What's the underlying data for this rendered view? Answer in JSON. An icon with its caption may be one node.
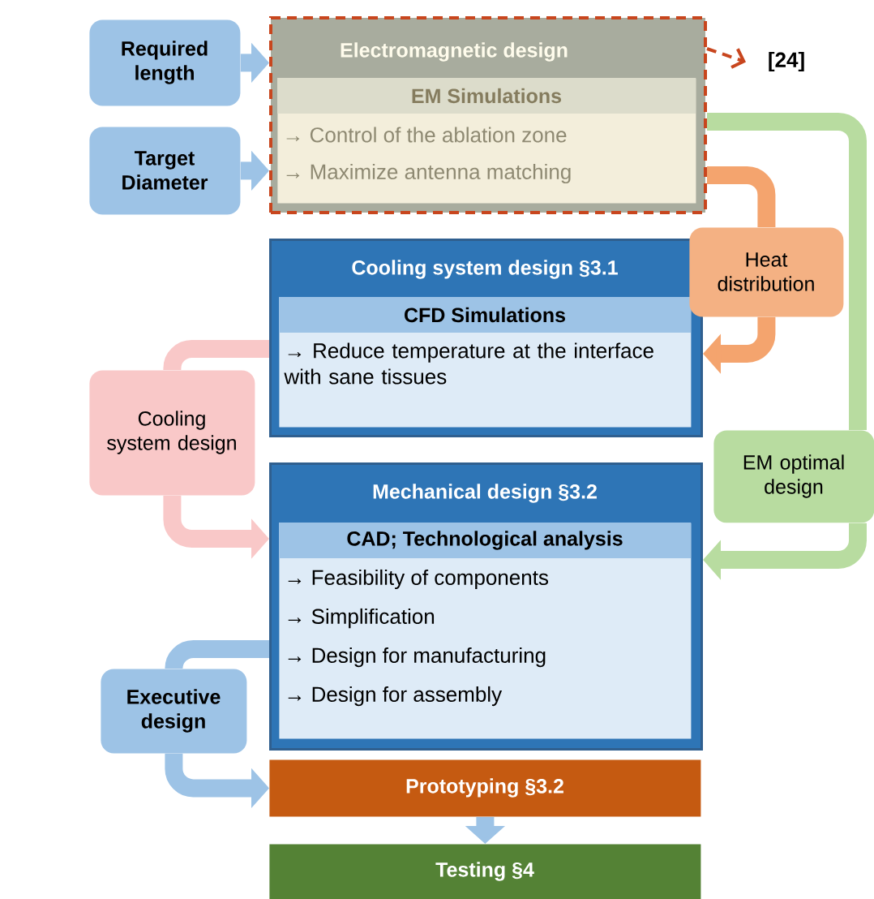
{
  "diagram": {
    "nodes": [
      {
        "text": [
          "Required length"
        ]
      },
      {
        "text": [
          "Target Diameter"
        ]
      },
      {
        "text": [
          "Electromagnetic design"
        ]
      },
      {
        "text": [
          "EM Simulations",
          "→ Control of the ablation zone",
          "→ Maximize antenna matching"
        ],
        "in": 2
      },
      {
        "text": [
          "[24]"
        ]
      },
      {
        "text": [
          "Cooling system design §3.1"
        ]
      },
      {
        "text": [
          "CFD Simulations",
          "→ Reduce temperature at the interface with sane tissues"
        ],
        "in": 5
      },
      {
        "text": [
          "Heat distribution"
        ]
      },
      {
        "text": [
          "Cooling system design"
        ]
      },
      {
        "text": [
          "Mechanical design §3.2"
        ]
      },
      {
        "text": [
          "CAD; Technological analysis",
          "→ Feasibility of components",
          "→ Simplification",
          "→ Design for manufacturing",
          "→ Design for assembly"
        ],
        "in": 9
      },
      {
        "text": [
          "EM optimal design"
        ]
      },
      {
        "text": [
          "Executive design"
        ]
      },
      {
        "text": [
          "Prototyping §3.2"
        ]
      },
      {
        "text": [
          "Testing §4"
        ]
      }
    ],
    "edges": [
      {
        "from": 0,
        "to": 2,
        "arrow": "to",
        "color": "#9dc3e6"
      },
      {
        "from": 1,
        "to": 2,
        "arrow": "to",
        "color": "#9dc3e6"
      },
      {
        "from": 2,
        "to": 4,
        "arrow": "to",
        "style": "dashed",
        "color": "#c8461e"
      },
      {
        "from": 2,
        "to": 7,
        "arrow": "none",
        "color": "#f4a46e"
      },
      {
        "from": 7,
        "to": 5,
        "arrow": "to",
        "color": "#f4a46e"
      },
      {
        "from": 2,
        "to": 11,
        "arrow": "none",
        "color": "#b8dca0"
      },
      {
        "from": 11,
        "to": 9,
        "arrow": "to",
        "color": "#b8dca0"
      },
      {
        "from": 5,
        "to": 8,
        "arrow": "none",
        "color": "#f9c8c8"
      },
      {
        "from": 8,
        "to": 9,
        "arrow": "to",
        "color": "#f9c8c8"
      },
      {
        "from": 9,
        "to": 12,
        "arrow": "none",
        "color": "#9dc3e6"
      },
      {
        "from": 12,
        "to": 13,
        "arrow": "to",
        "color": "#9dc3e6"
      },
      {
        "from": 13,
        "to": 14,
        "arrow": "to",
        "color": "#9dc3e6"
      }
    ]
  }
}
